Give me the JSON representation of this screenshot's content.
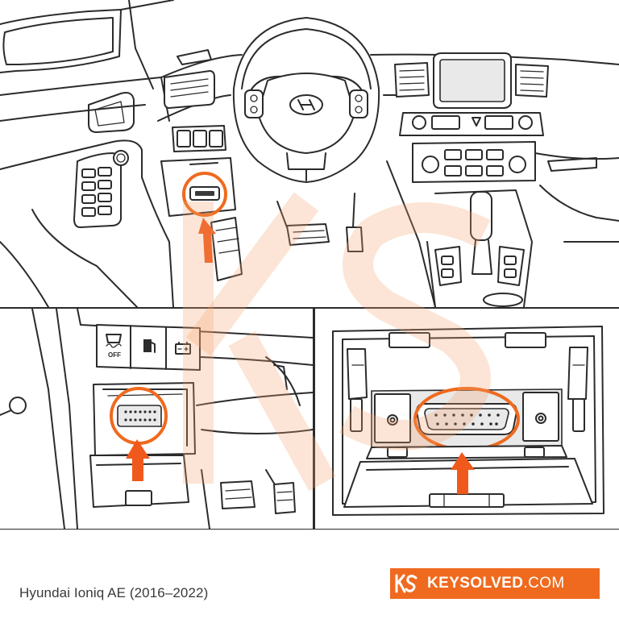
{
  "caption": "Hyundai Ioniq AE (2016–2022)",
  "brand": {
    "name": "KEYSOLVED",
    "tld": ".COM",
    "color": "#ef6a1f"
  },
  "labels": {
    "off_switch": "OFF"
  },
  "icons": {
    "logo": "keysolved-ks-icon",
    "steering_emblem": "hyundai-h-icon",
    "traction_off": "traction-control-off-icon",
    "fuel_door": "fuel-door-icon",
    "battery": "battery-icon",
    "hazard": "hazard-triangle-icon"
  },
  "colors": {
    "highlight": "#ef6a1f",
    "line": "#2b2b2b"
  }
}
